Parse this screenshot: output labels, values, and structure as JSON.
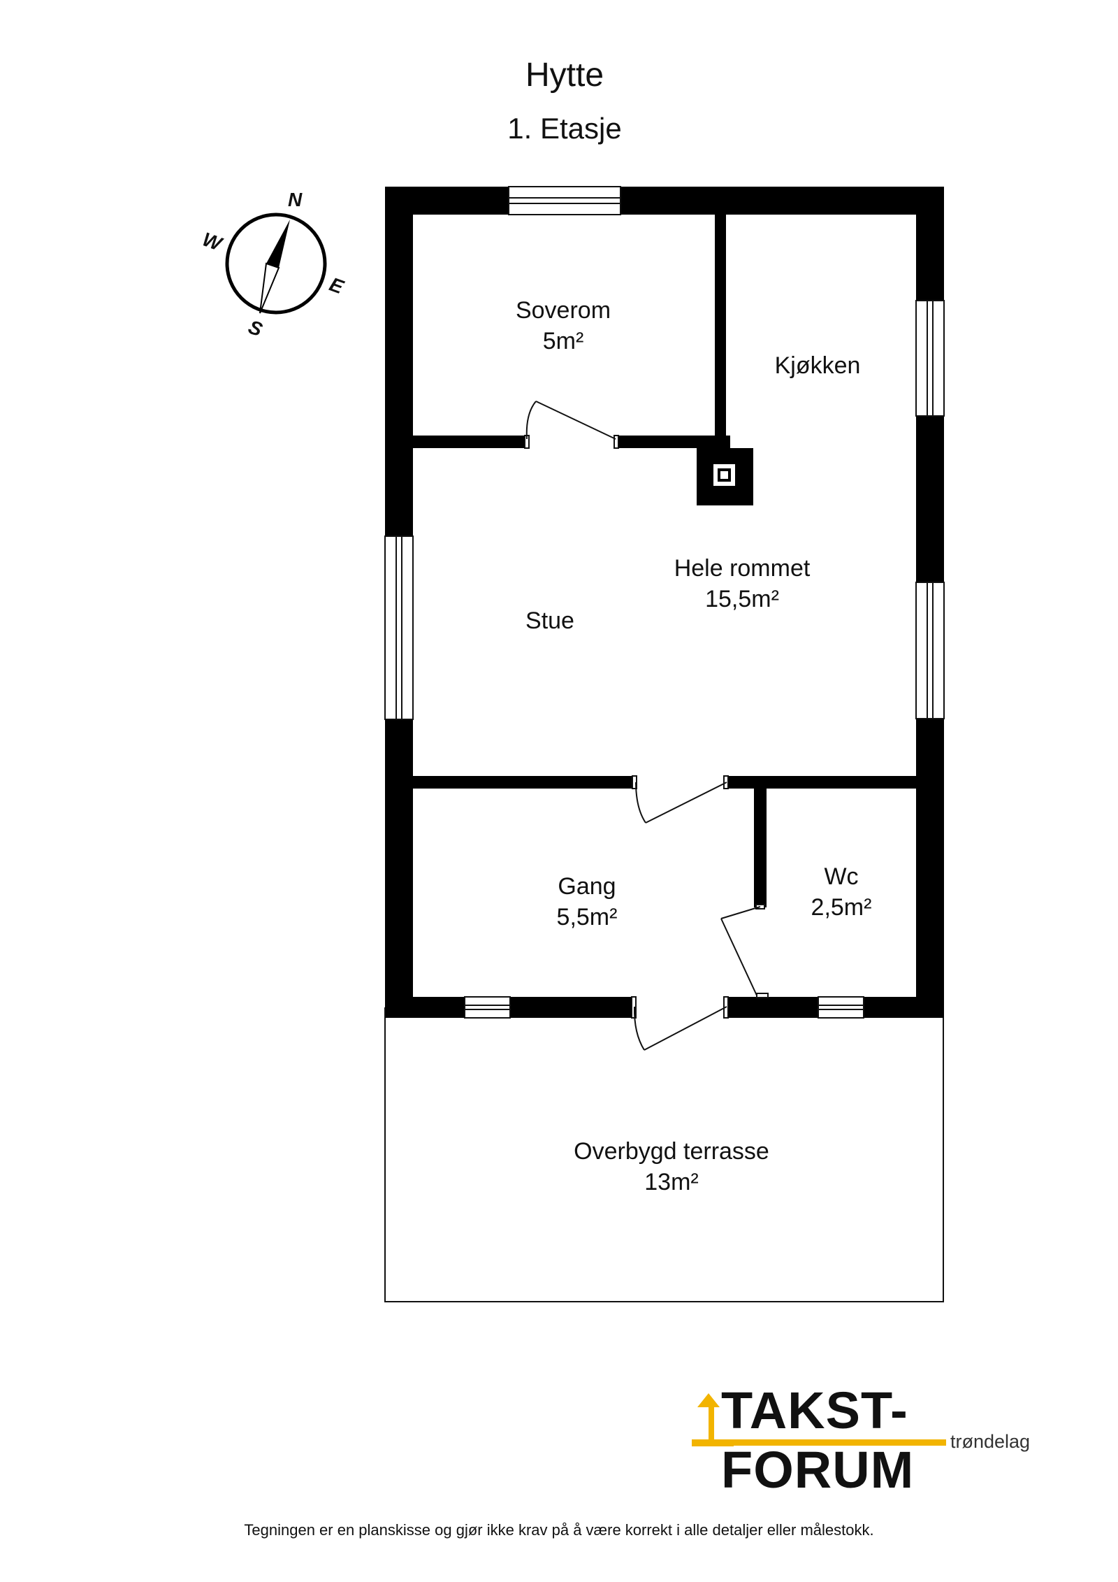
{
  "header": {
    "title": "Hytte",
    "floor": "1. Etasje"
  },
  "compass": {
    "north": "N",
    "east": "E",
    "south": "S",
    "west": "W"
  },
  "rooms": {
    "soverom": {
      "name": "Soverom",
      "area": "5m²"
    },
    "kjokken": {
      "name": "Kjøkken"
    },
    "stue": {
      "name": "Stue"
    },
    "hele_rommet": {
      "name": "Hele rommet",
      "area": "15,5m²"
    },
    "gang": {
      "name": "Gang",
      "area": "5,5m²"
    },
    "wc": {
      "name": "Wc",
      "area": "2,5m²"
    },
    "terrasse": {
      "name": "Overbygd terrasse",
      "area": "13m²"
    }
  },
  "logo": {
    "main": "TAKST-FORUM",
    "sub": "trøndelag",
    "accent_color": "#f2b400"
  },
  "footer": {
    "disclaimer": "Tegningen er en planskisse og gjør ikke krav på å være korrekt i alle detaljer eller målestokk."
  }
}
